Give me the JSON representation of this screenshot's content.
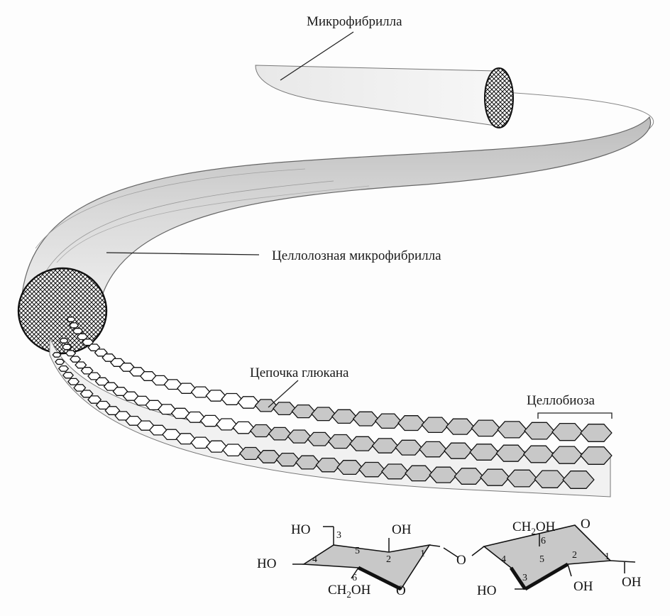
{
  "labels": {
    "microfibril": "Микрофибрилла",
    "cellulose_microfibril": "Целлолозная микрофибрилла",
    "glucan_chain": "Цепочка глюкана",
    "cellobiose": "Целлобиоза"
  },
  "chem": {
    "ring1": {
      "ho_top": "HO",
      "oh_top": "OH",
      "ho_left": "HO",
      "ch2oh": "CH",
      "ch2oh_sub": "2",
      "ch2oh_tail": "OH",
      "o_ring": "O",
      "n1": "1",
      "n2": "2",
      "n3": "3",
      "n4": "4",
      "n5": "5",
      "n6": "6"
    },
    "bridge_o": "O",
    "ring2": {
      "ch2oh": "CH",
      "ch2oh_sub": "2",
      "ch2oh_tail": "OH",
      "o_ring": "O",
      "ho_bottom": "HO",
      "oh_bottom": "OH",
      "oh_right": "OH",
      "n1": "1",
      "n2": "2",
      "n3": "3",
      "n4": "4",
      "n5": "5",
      "n6": "6"
    }
  },
  "colors": {
    "ink": "#1a1a1a",
    "fibril_fill": "#cfcfcf",
    "fibril_dark": "#9a9a9a",
    "ring_fill": "#c8c8c8"
  }
}
